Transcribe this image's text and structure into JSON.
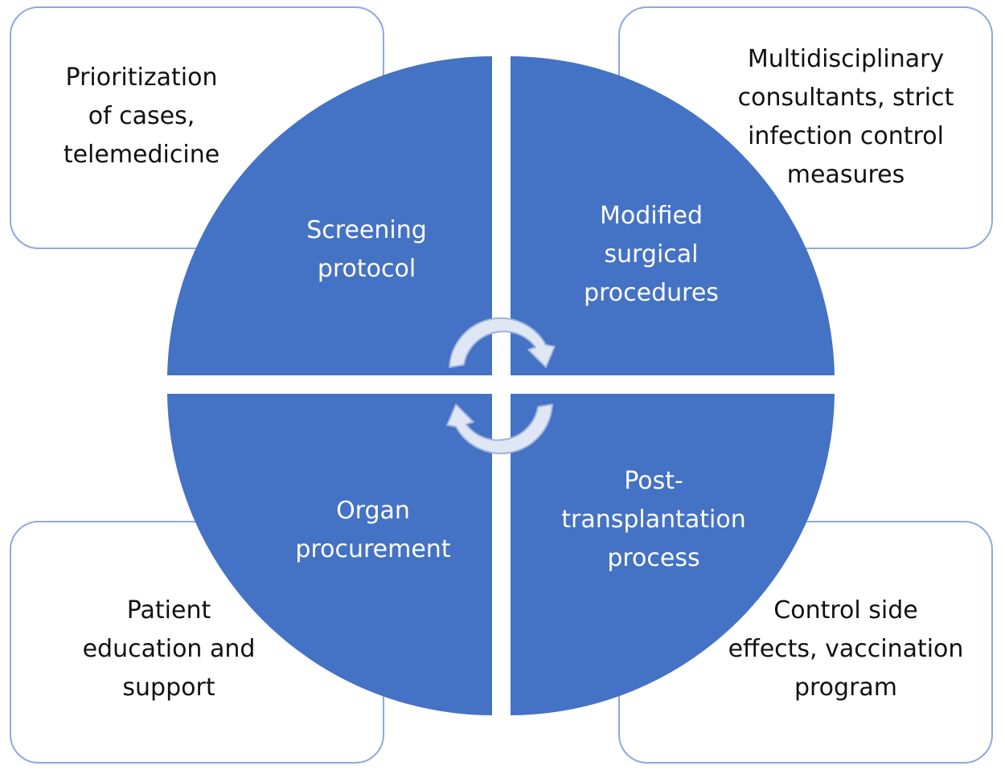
{
  "colors": {
    "quadrant_fill": "#4472c4",
    "box_border": "#8fa9dc",
    "arrow_fill": "#dfe7f5",
    "arrow_stroke": "#9db2dc"
  },
  "quadrants": {
    "top_left": "Screening\nprotocol",
    "top_right": "Modified\nsurgical\nprocedures",
    "bottom_left": "Organ\nprocurement",
    "bottom_right": "Post-\ntransplantation\nprocess"
  },
  "boxes": {
    "top_left": "Prioritization\nof cases,\ntelemedicine",
    "top_right": "Multidisciplinary\nconsultants, strict\ninfection control\nmeasures",
    "bottom_left": "Patient\neducation and\nsupport",
    "bottom_right": "Control side\neffects, vaccination\nprogram"
  },
  "icons": {
    "top_arrow": "clockwise-circular-arrow-icon",
    "bottom_arrow": "clockwise-circular-arrow-icon"
  }
}
